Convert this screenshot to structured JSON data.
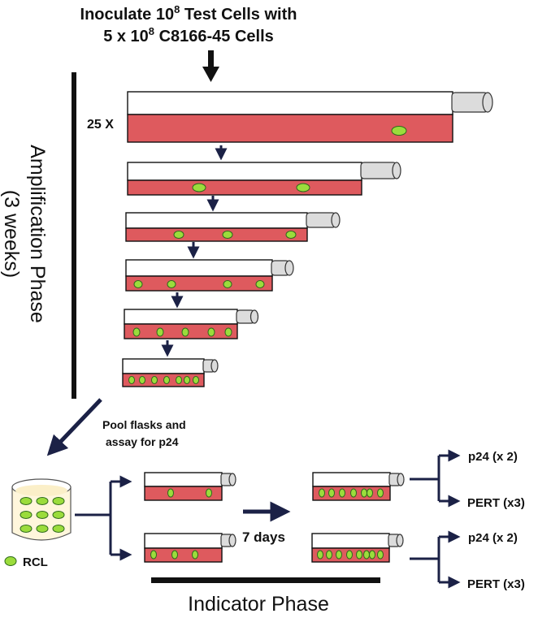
{
  "title": {
    "line1_before_sup": "Inoculate 10",
    "line1_sup": "8",
    "line1_after_sup": " Test Cells with",
    "line2_before_sup": "5 x 10",
    "line2_sup": "8",
    "line2_after_sup": " C8166-45 Cells"
  },
  "amplification": {
    "phase_label": "Amplification Phase",
    "duration_label": "(3 weeks)",
    "multiplier_label": "25 X"
  },
  "pool": {
    "line1": "Pool flasks and",
    "line2": "assay for p24"
  },
  "indicator": {
    "phase_label": "Indicator Phase",
    "days_label": "7 days",
    "legend_label": "RCL",
    "outputs": [
      "p24 (x 2)",
      "PERT (x3)",
      "p24 (x 2)",
      "PERT (x3)"
    ]
  },
  "colors": {
    "medium": "#de5a5e",
    "cell": "#9bdc3c",
    "arrow": "#1b2146"
  }
}
